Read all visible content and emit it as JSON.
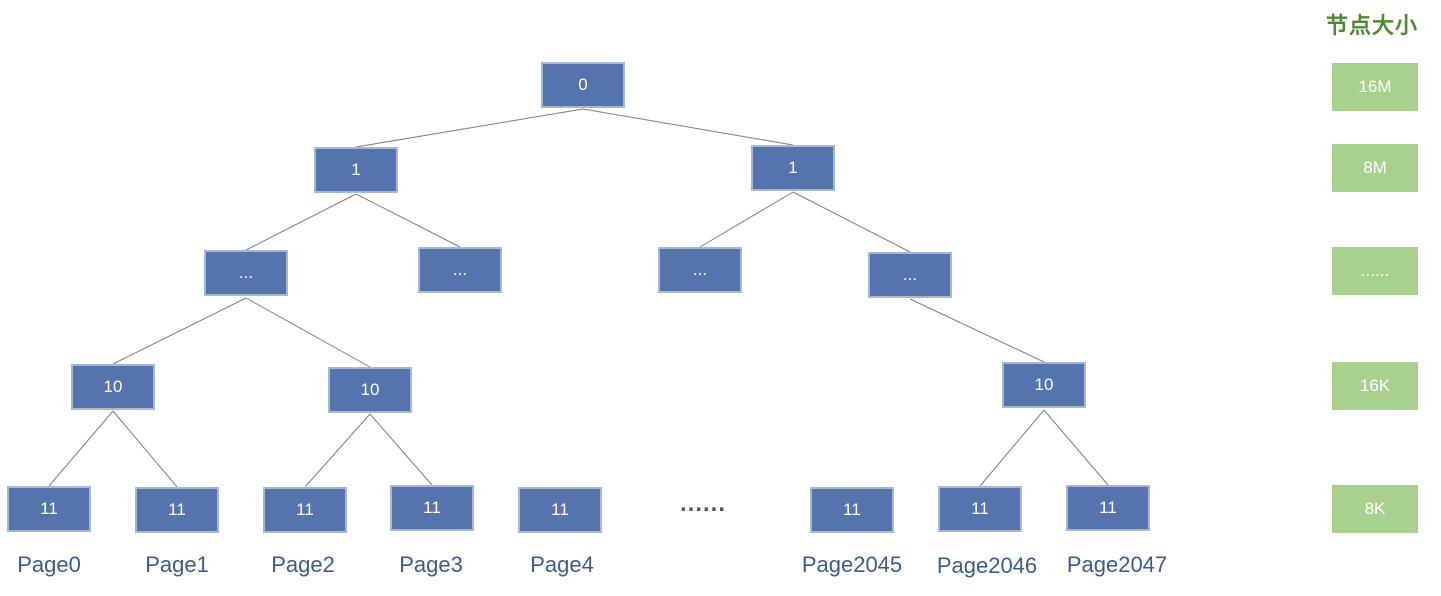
{
  "tree": {
    "root_label": "0",
    "level1_label": "1",
    "mid_label": "...",
    "level10_label": "10",
    "leaf_label": "11",
    "gap_ellipsis": "......"
  },
  "pages": [
    "Page0",
    "Page1",
    "Page2",
    "Page3",
    "Page4",
    "Page2045",
    "Page2046",
    "Page2047"
  ],
  "size_legend": {
    "title": "节点大小",
    "sizes": [
      "16M",
      "8M",
      "......",
      "16K",
      "8K"
    ]
  },
  "colors": {
    "node_fill": "#5573ad",
    "node_border": "#a4b8dc",
    "size_fill": "#a8d18d",
    "title_text": "#4e8a2e",
    "page_text": "#3a5b9a"
  }
}
